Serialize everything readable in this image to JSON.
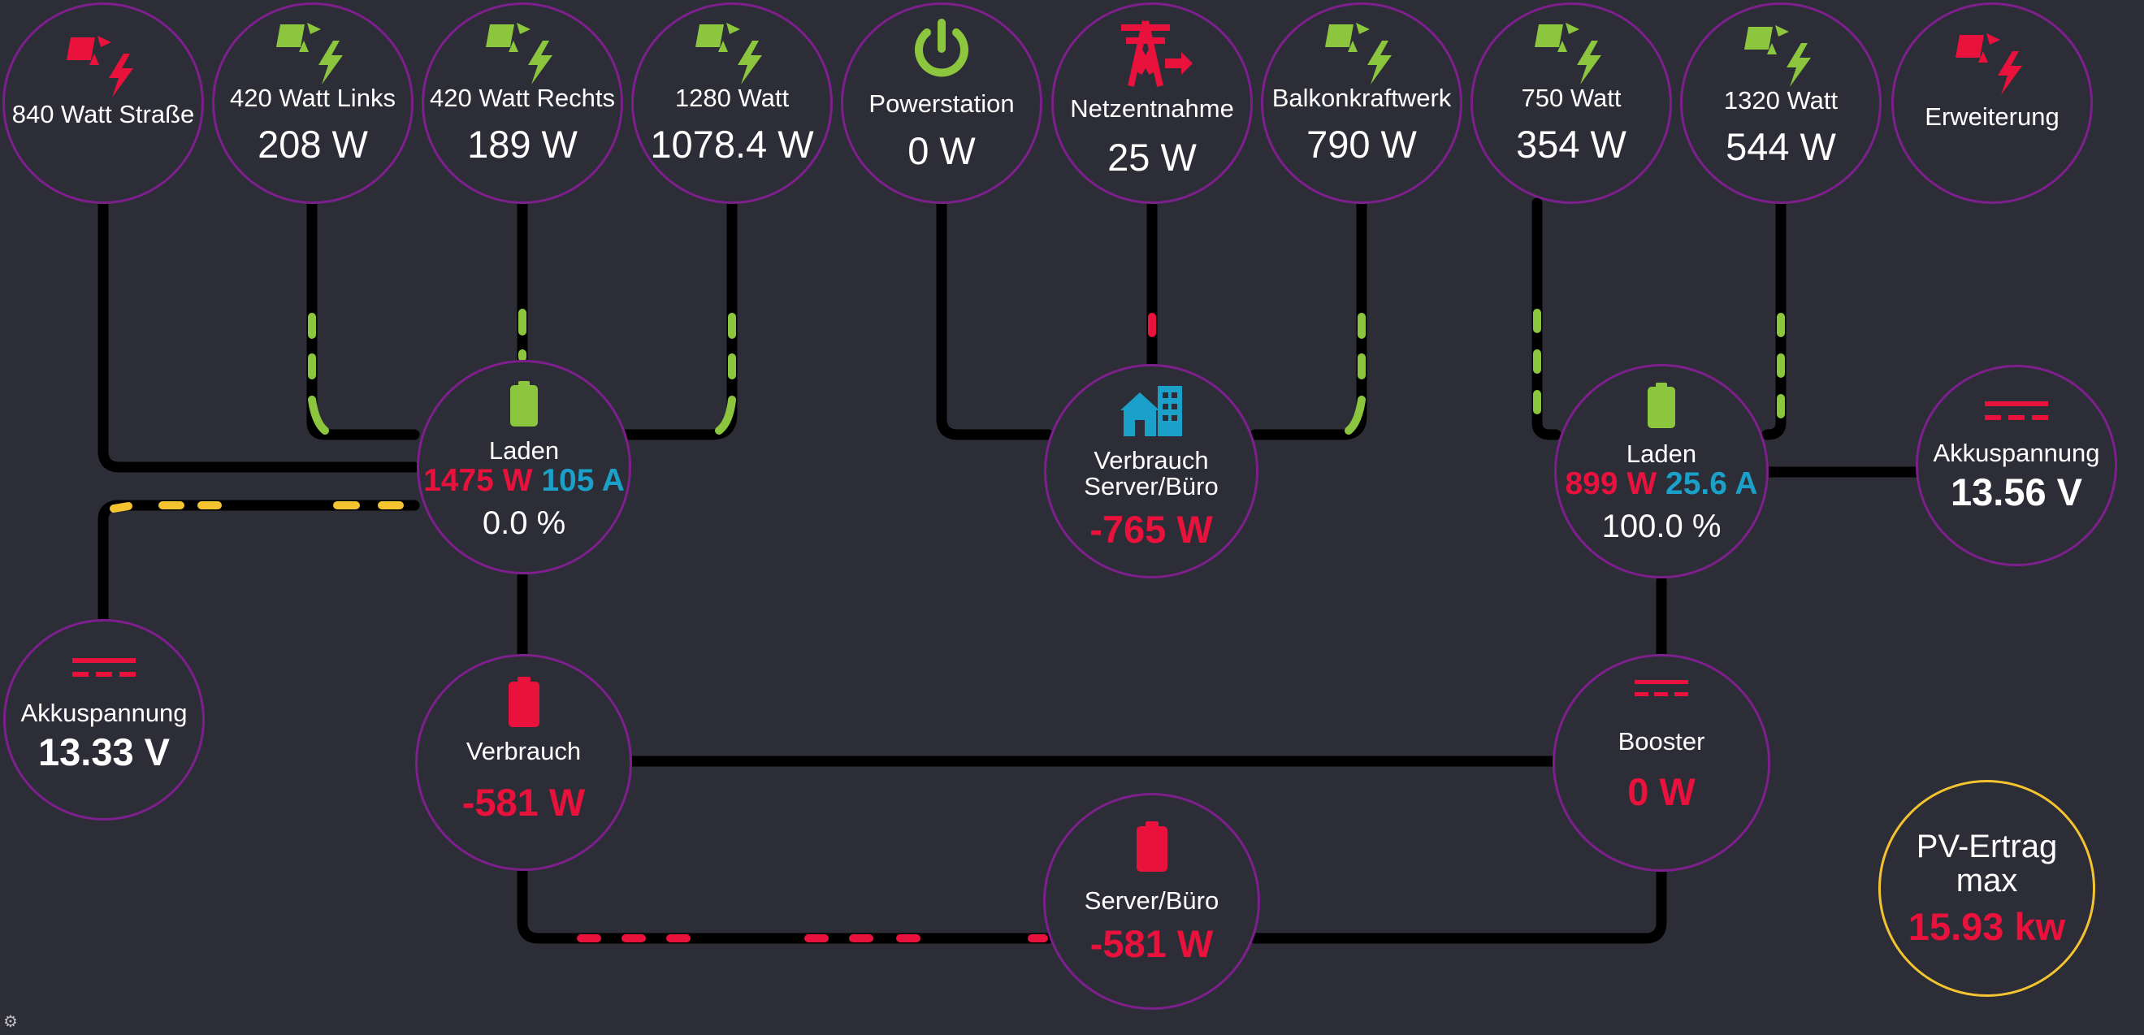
{
  "colors": {
    "background": "#2c2d36",
    "ring": "#7d1f8c",
    "gold_ring": "#f4c430",
    "solar_green": "#8cc63f",
    "alert_red": "#e8123c",
    "amps_teal": "#1aa0c9",
    "house_blue": "#1aa0c9",
    "flow_yellow": "#f4c430"
  },
  "top_row": [
    {
      "label": "840 Watt Straße",
      "value": "",
      "icon": "solar-panel-red-icon"
    },
    {
      "label": "420 Watt Links",
      "value": "208 W",
      "icon": "solar-panel-icon"
    },
    {
      "label": "420 Watt Rechts",
      "value": "189 W",
      "icon": "solar-panel-icon"
    },
    {
      "label": "1280 Watt",
      "value": "1078.4 W",
      "icon": "solar-panel-icon"
    },
    {
      "label": "Powerstation",
      "value": "0 W",
      "icon": "power-icon"
    },
    {
      "label": "Netzentnahme",
      "value": "25 W",
      "icon": "grid-tower-icon"
    },
    {
      "label": "Balkonkraftwerk",
      "value": "790 W",
      "icon": "solar-panel-icon"
    },
    {
      "label": "750 Watt",
      "value": "354 W",
      "icon": "solar-panel-icon"
    },
    {
      "label": "1320 Watt",
      "value": "544 W",
      "icon": "solar-panel-icon"
    },
    {
      "label": "Erweiterung",
      "value": "",
      "icon": "solar-panel-red-icon"
    }
  ],
  "battery_left": {
    "label": "Laden",
    "power": "1475 W",
    "current": "105 A",
    "soc": "0.0 %",
    "icon": "battery-icon"
  },
  "home": {
    "label": "Verbrauch Server/Büro",
    "value": "-765 W",
    "icon": "building-icon"
  },
  "battery_right": {
    "label": "Laden",
    "power": "899 W",
    "current": "25.6 A",
    "soc": "100.0 %",
    "icon": "battery-icon"
  },
  "voltage_left": {
    "label": "Akkuspannung",
    "value": "13.33 V",
    "icon": "dc-icon"
  },
  "voltage_right": {
    "label": "Akkuspannung",
    "value": "13.56 V",
    "icon": "dc-icon"
  },
  "consumption": {
    "label": "Verbrauch",
    "value": "-581 W",
    "icon": "battery-red-icon"
  },
  "booster": {
    "label": "Booster",
    "value": "0 W",
    "icon": "dc-red-icon"
  },
  "server": {
    "label": "Server/Büro",
    "value": "-581 W",
    "icon": "battery-red-icon"
  },
  "pv_max": {
    "label": "PV-Ertrag max",
    "value": "15.93 kw"
  },
  "settings": {
    "icon": "gear-icon"
  }
}
